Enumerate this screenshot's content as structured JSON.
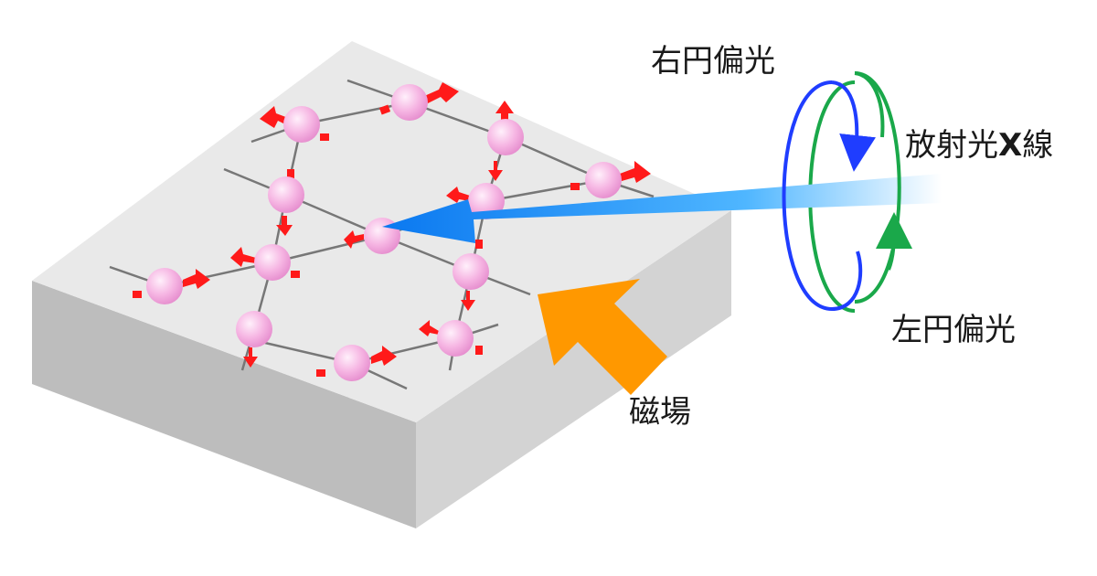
{
  "labels": {
    "right_circular": "右円偏光",
    "left_circular": "左円偏光",
    "xray": "放射光",
    "xray_x": "X",
    "xray_suffix": "線",
    "magnetic_field": "磁場"
  },
  "colors": {
    "block_top": "#e8e8e8",
    "block_left": "#bdbdbd",
    "block_front": "#d0d0d0",
    "lattice": "#777777",
    "atom": "#f5b0e0",
    "spin": "#ff0000",
    "xray_beam": "#1e90ff",
    "right_circular": "#1f3dff",
    "left_circular": "#1aa84a",
    "magnetic_field": "#ff9800"
  }
}
